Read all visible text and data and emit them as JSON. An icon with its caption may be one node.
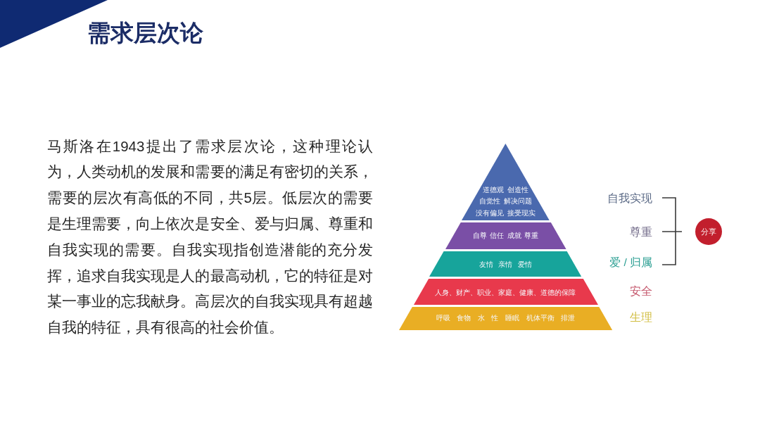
{
  "diagram": {
    "title": "需求层次论",
    "nodes": [
      {
        "text": [
          "道德观 创造性",
          "自觉性 解决问题",
          "没有偏见 接受现实"
        ]
      },
      {
        "text": [
          "自尊 信任 成就 尊重"
        ]
      },
      {
        "text": [
          "友情 亲情 爱情"
        ]
      },
      {
        "text": [
          "人身、财产、职业、家庭、健康、道德的保障"
        ]
      },
      {
        "text": [
          "呼吸 食物 水 性 睡眠 机体平衡 排泄"
        ]
      },
      {
        "text": [
          "分享"
        ]
      }
    ],
    "labels": [
      "马斯洛在1943提出了需求层次论，这种理论认为，人类动机的发展和需要的满足有密切的关系，需要的层次有高低的不同，共5层。低层次的需要是生理需要，向上依次是安全、爱与归属、尊重和自我实现的需要。自我实现指创造潜能的充分发挥，追求自我实现是人的最高动机，它的特征是对某一事业的忘我献身。高层次的自我实现具有超越自我的特征，具有很高的社会价值。",
      "自我实现",
      "尊重",
      "爱 / 归属",
      "安全",
      "生理"
    ]
  }
}
